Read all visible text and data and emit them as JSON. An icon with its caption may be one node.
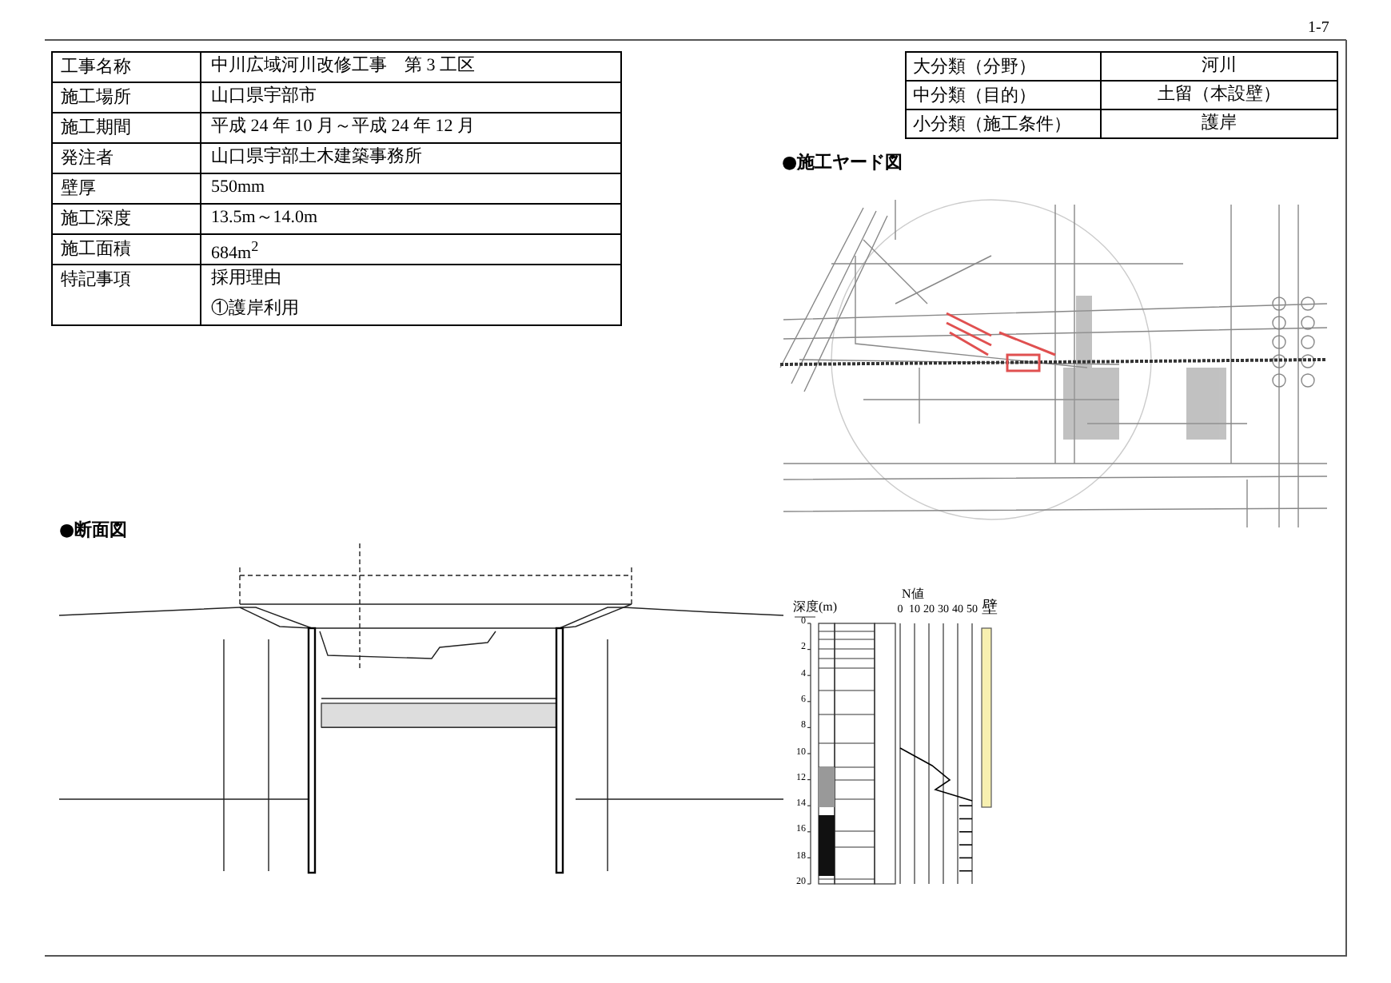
{
  "diagram": {
    "labels": [
      "1-7",
      "工事名称",
      "中川広域河川改修工事　第 3 工区",
      "施工場所",
      "山口県宇部市",
      "施工期間",
      "平成 24 年 10 月～平成 24 年 12 月",
      "発注者",
      "山口県宇部土木建築事務所",
      "壁厚",
      "550mm",
      "施工深度",
      "13.5m～14.0m",
      "施工面積",
      "684m$^{2}$",
      "特記事項",
      "採用理由",
      "①護岸利用",
      "大分類（分野）",
      "河川",
      "中分類（目的）",
      "土留（本設壁）",
      "小分類（施工条件）",
      "護岸",
      "●施工ヤード図",
      "●断面図",
      "深度(m)",
      "N値",
      "0",
      "10",
      "20",
      "30",
      "40",
      "50",
      "壁",
      "0",
      "2",
      "4",
      "6",
      "8",
      "10",
      "12",
      "14",
      "16",
      "18",
      "20"
    ]
  }
}
